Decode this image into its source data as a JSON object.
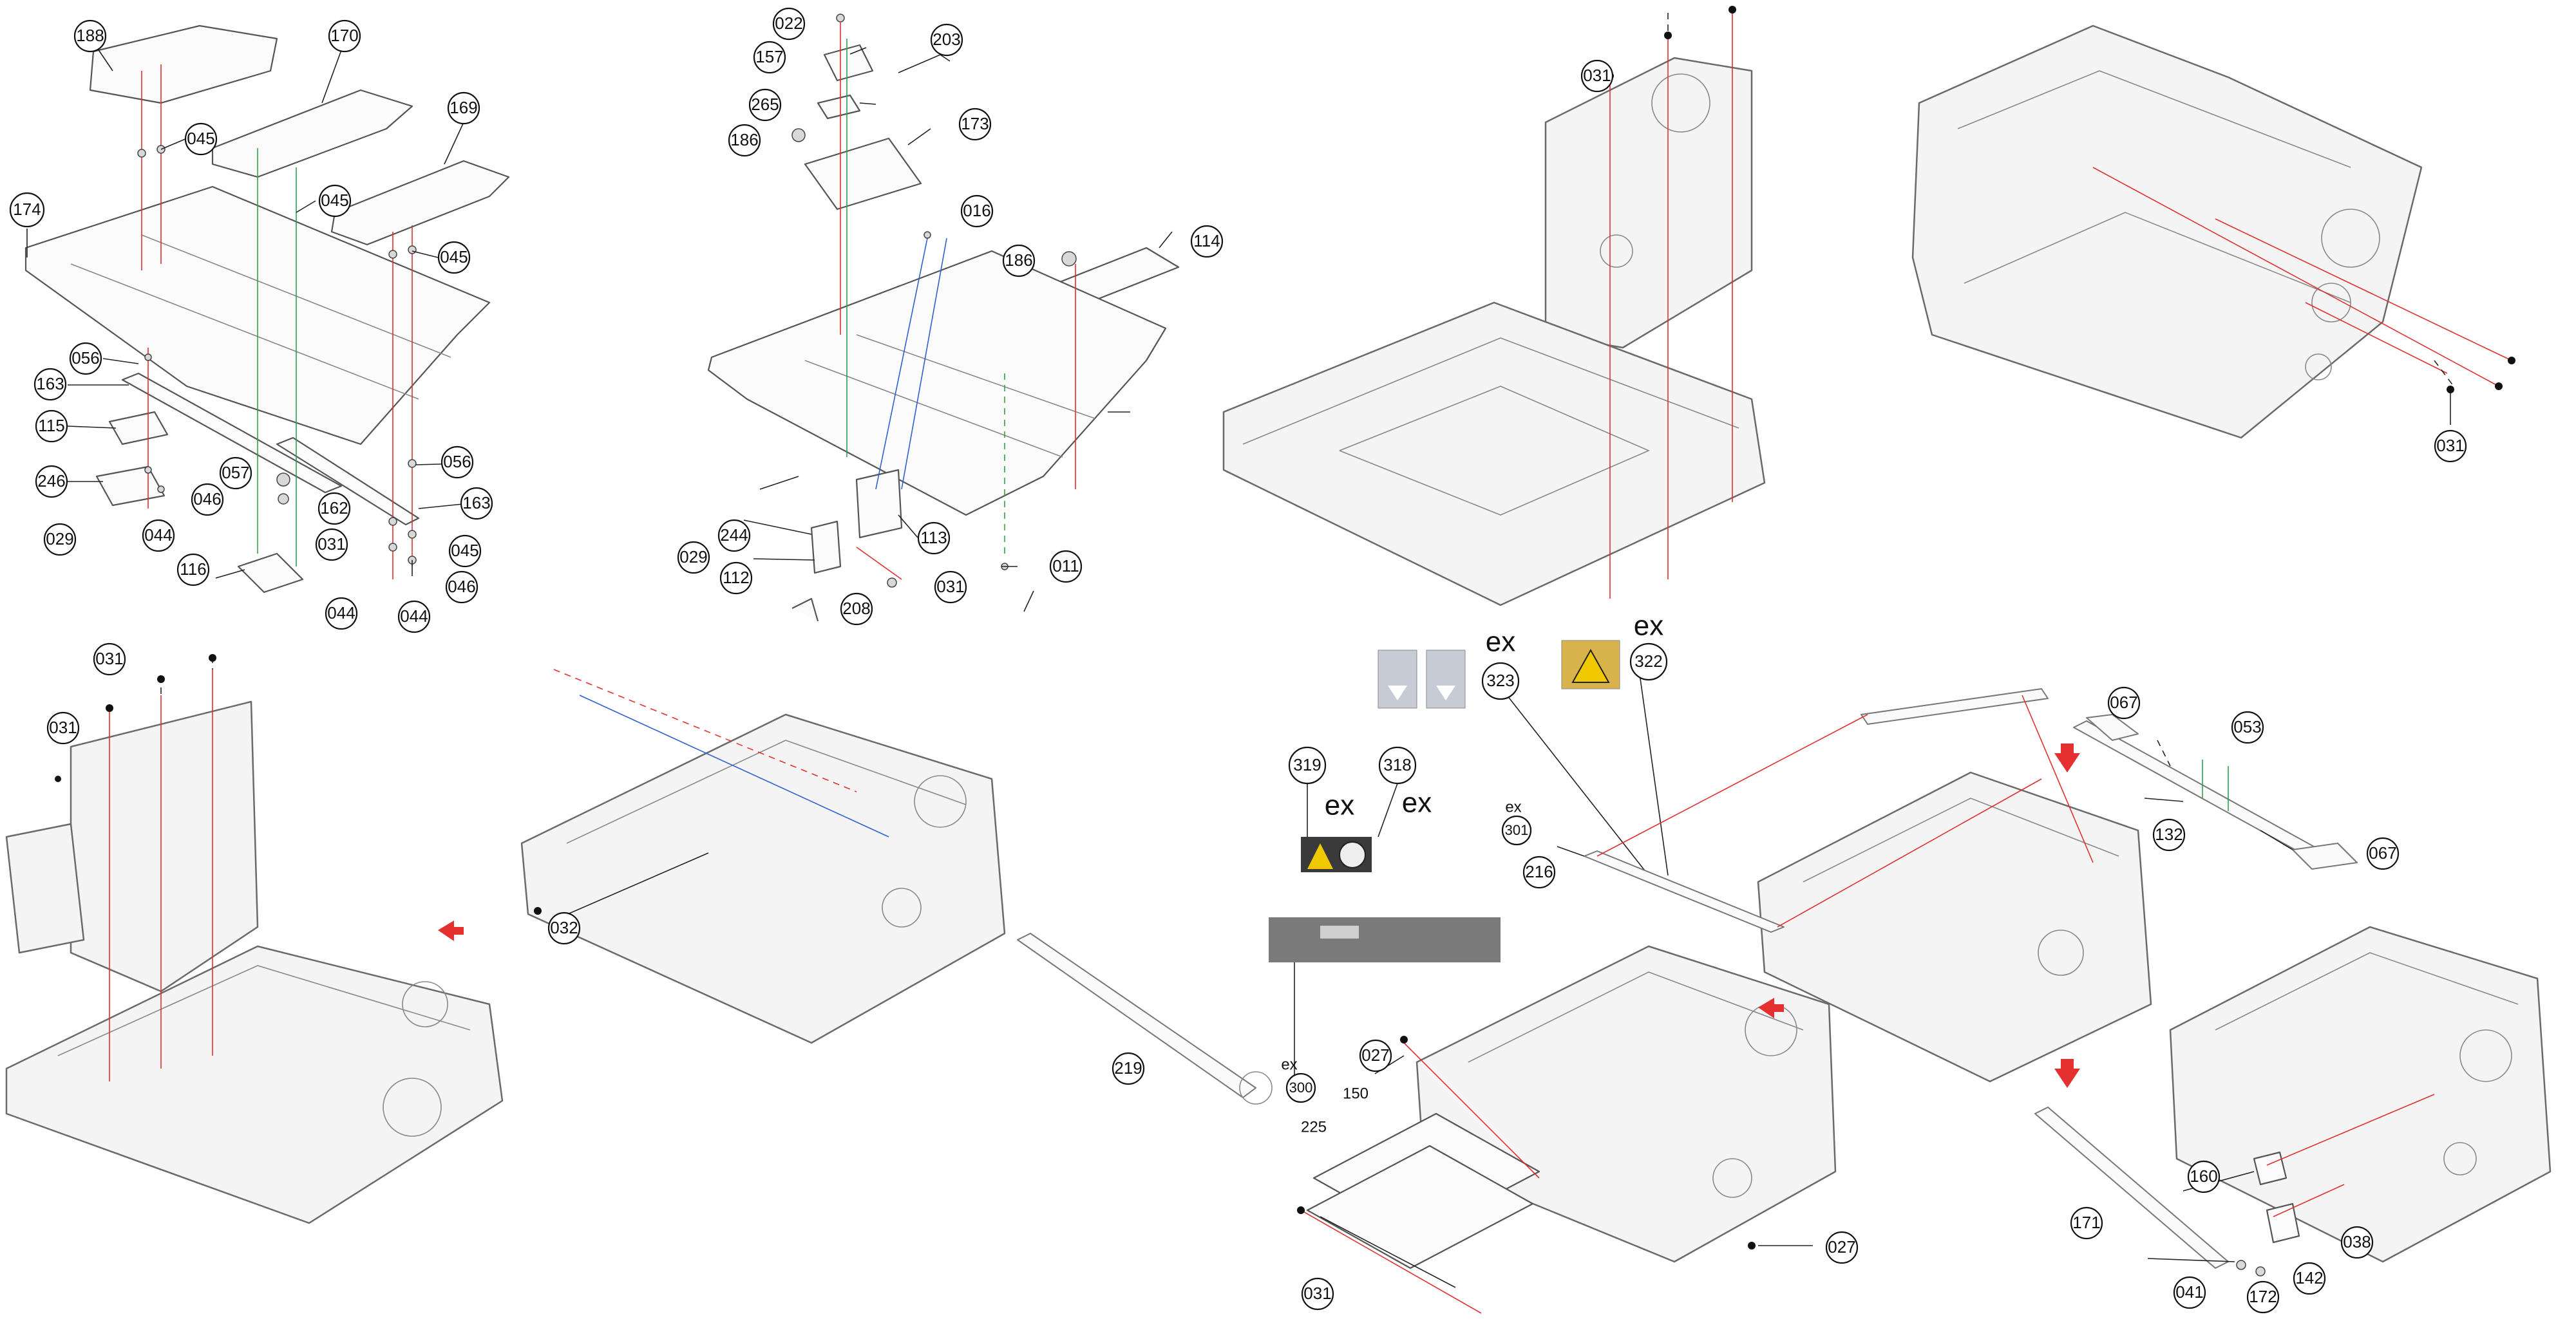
{
  "callouts": [
    {
      "id": "c188",
      "label": "188"
    },
    {
      "id": "c170",
      "label": "170"
    },
    {
      "id": "c169",
      "label": "169"
    },
    {
      "id": "c045a",
      "label": "045"
    },
    {
      "id": "c045b",
      "label": "045"
    },
    {
      "id": "c045c",
      "label": "045"
    },
    {
      "id": "c174",
      "label": "174"
    },
    {
      "id": "c056a",
      "label": "056"
    },
    {
      "id": "c163a",
      "label": "163"
    },
    {
      "id": "c115",
      "label": "115"
    },
    {
      "id": "c246",
      "label": "246"
    },
    {
      "id": "c029a",
      "label": "029"
    },
    {
      "id": "c044a",
      "label": "044"
    },
    {
      "id": "c046a",
      "label": "046"
    },
    {
      "id": "c057",
      "label": "057"
    },
    {
      "id": "c162",
      "label": "162"
    },
    {
      "id": "c031a",
      "label": "031"
    },
    {
      "id": "c116",
      "label": "116"
    },
    {
      "id": "c044b",
      "label": "044"
    },
    {
      "id": "c044c",
      "label": "044"
    },
    {
      "id": "c056b",
      "label": "056"
    },
    {
      "id": "c163b",
      "label": "163"
    },
    {
      "id": "c045d",
      "label": "045"
    },
    {
      "id": "c046b",
      "label": "046"
    },
    {
      "id": "c022",
      "label": "022"
    },
    {
      "id": "c157",
      "label": "157"
    },
    {
      "id": "c203",
      "label": "203"
    },
    {
      "id": "c265",
      "label": "265"
    },
    {
      "id": "c173",
      "label": "173"
    },
    {
      "id": "c186a",
      "label": "186"
    },
    {
      "id": "c016",
      "label": "016"
    },
    {
      "id": "c186b",
      "label": "186"
    },
    {
      "id": "c114",
      "label": "114"
    },
    {
      "id": "c244",
      "label": "244"
    },
    {
      "id": "c113",
      "label": "113"
    },
    {
      "id": "c029b",
      "label": "029"
    },
    {
      "id": "c112",
      "label": "112"
    },
    {
      "id": "c031b",
      "label": "031"
    },
    {
      "id": "c011",
      "label": "011"
    },
    {
      "id": "c208",
      "label": "208"
    },
    {
      "id": "c031c",
      "label": "031"
    },
    {
      "id": "c031d",
      "label": "031"
    },
    {
      "id": "c031e",
      "label": "031"
    },
    {
      "id": "c031f",
      "label": "031"
    },
    {
      "id": "c032",
      "label": "032"
    },
    {
      "id": "c219",
      "label": "219"
    },
    {
      "id": "c319",
      "label": "319"
    },
    {
      "id": "c318",
      "label": "318"
    },
    {
      "id": "c323",
      "label": "323"
    },
    {
      "id": "c322",
      "label": "322"
    },
    {
      "id": "c216",
      "label": "216"
    },
    {
      "id": "c067a",
      "label": "067"
    },
    {
      "id": "c053",
      "label": "053"
    },
    {
      "id": "c132",
      "label": "132"
    },
    {
      "id": "c067b",
      "label": "067"
    },
    {
      "id": "c027a",
      "label": "027"
    },
    {
      "id": "c027b",
      "label": "027"
    },
    {
      "id": "c031g",
      "label": "031"
    },
    {
      "id": "c160",
      "label": "160"
    },
    {
      "id": "c171",
      "label": "171"
    },
    {
      "id": "c038",
      "label": "038"
    },
    {
      "id": "c142",
      "label": "142"
    },
    {
      "id": "c041",
      "label": "041"
    },
    {
      "id": "c172",
      "label": "172"
    }
  ],
  "ex_marks": [
    {
      "id": "ex323",
      "label": "ex"
    },
    {
      "id": "ex322",
      "label": "ex"
    },
    {
      "id": "ex319",
      "label": "ex"
    },
    {
      "id": "ex318",
      "label": "ex"
    }
  ],
  "small_labels": [
    {
      "id": "s301ex",
      "label": "ex"
    },
    {
      "id": "s301",
      "label": "301"
    },
    {
      "id": "s300ex",
      "label": "ex"
    },
    {
      "id": "s300",
      "label": "300"
    },
    {
      "id": "s150",
      "label": "150"
    },
    {
      "id": "s225",
      "label": "225"
    }
  ],
  "colors": {
    "leader_red": "#e03030",
    "leader_green": "#2fa24a",
    "leader_blue": "#2f5fd0",
    "arrow": "#e53030",
    "warning_yellow": "#e8b400"
  },
  "icons": [
    "arrow-down-icon",
    "warning-pinch-icon",
    "warning-hot-icon",
    "arrow-right-red-icon"
  ]
}
